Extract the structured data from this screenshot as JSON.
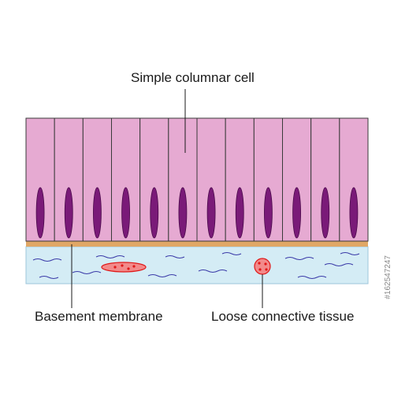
{
  "labels": {
    "columnar_cell": "Simple columnar cell",
    "basement_membrane": "Basement membrane",
    "loose_connective": "Loose connective tissue"
  },
  "stock_id": "#162547247",
  "colors": {
    "cell_fill": "#e6aad2",
    "cell_stroke": "#3a3a3a",
    "nucleus": "#7a1a78",
    "membrane": "#e0a766",
    "connective": "#d4ecf5",
    "fiber": "#3a3aa8",
    "rbc_fill": "#f28a8a",
    "rbc_dot": "#e01818"
  },
  "cell_count": 12
}
